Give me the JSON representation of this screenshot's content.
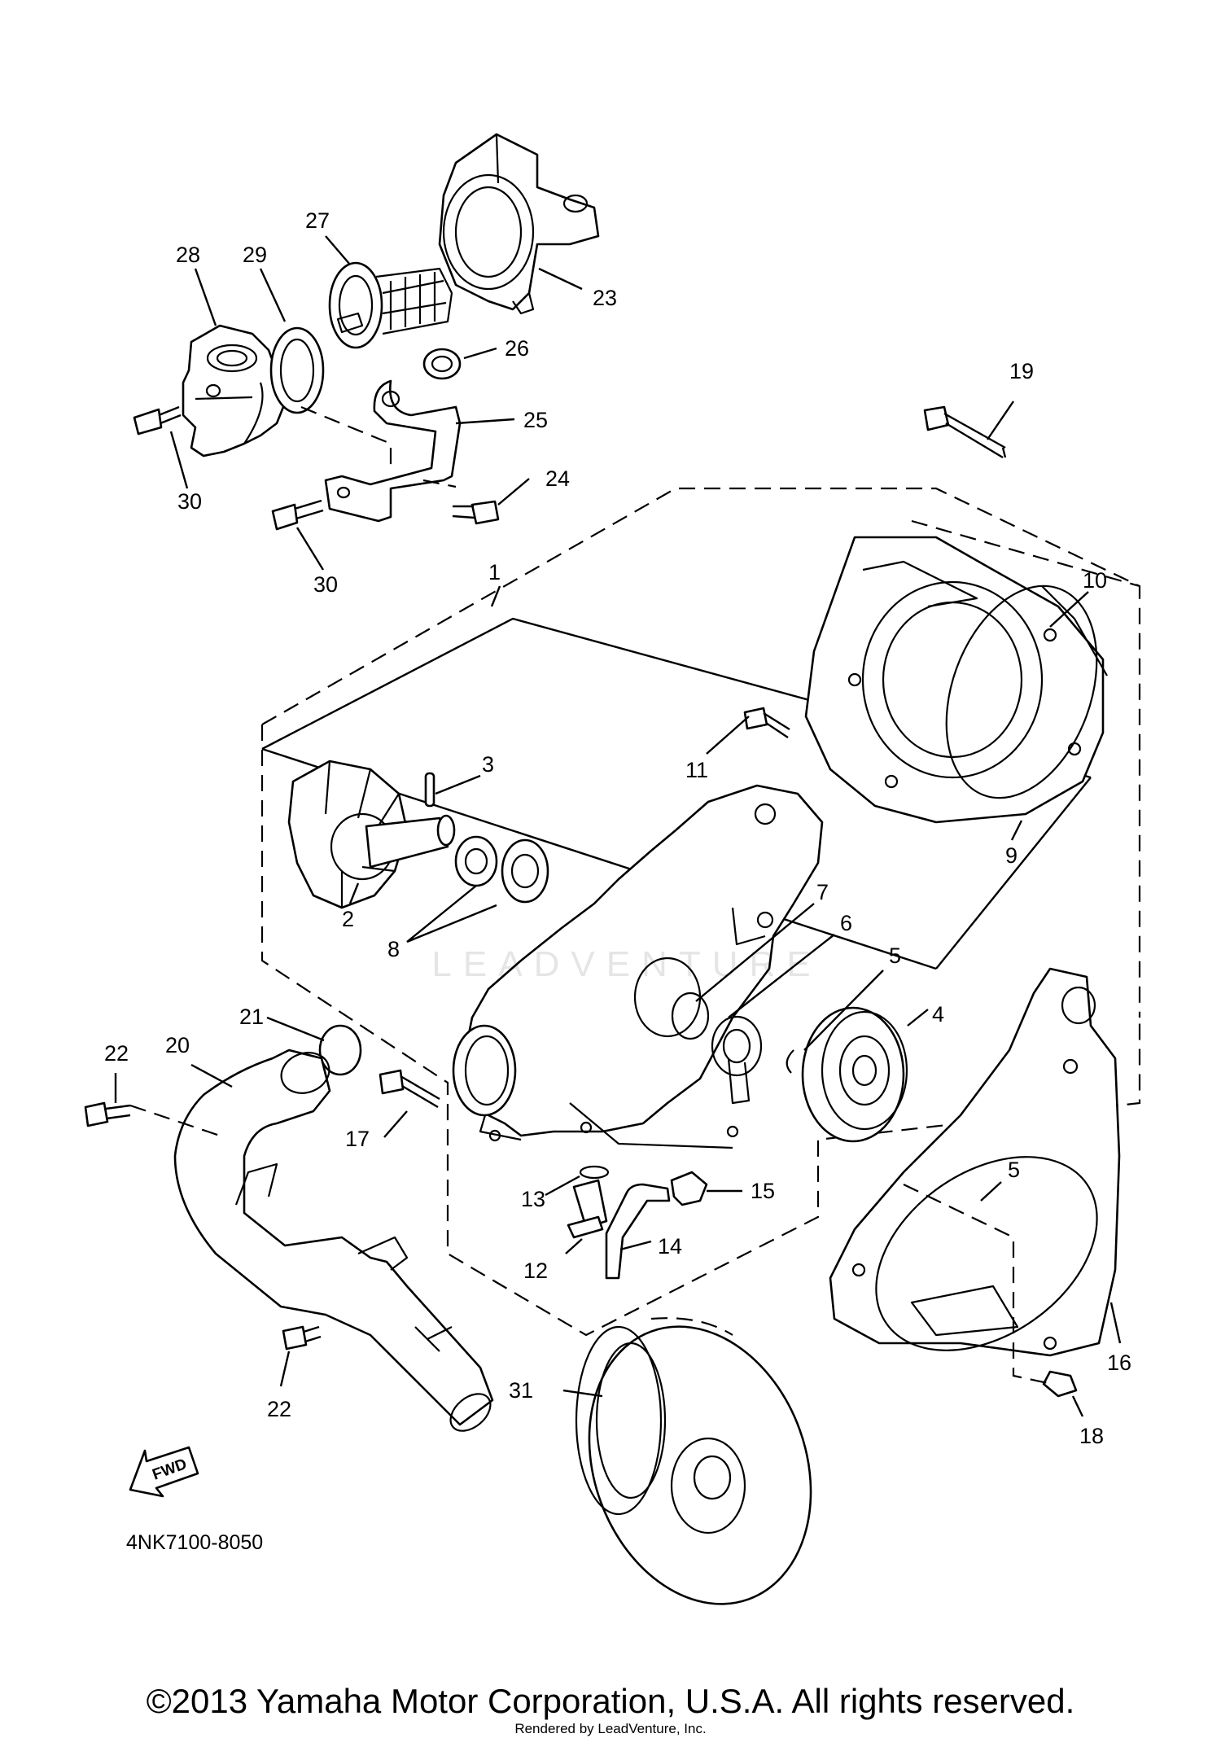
{
  "diagram": {
    "callouts": [
      "1",
      "2",
      "3",
      "4",
      "5",
      "6",
      "7",
      "8",
      "9",
      "10",
      "11",
      "12",
      "13",
      "14",
      "15",
      "16",
      "17",
      "18",
      "19",
      "20",
      "21",
      "22",
      "23",
      "24",
      "25",
      "26",
      "27",
      "28",
      "29",
      "30",
      "31"
    ],
    "callout_labels": {
      "c1": "1",
      "c2": "2",
      "c3": "3",
      "c4": "4",
      "c5a": "5",
      "c5b": "5",
      "c6": "6",
      "c7": "7",
      "c8": "8",
      "c9": "9",
      "c10": "10",
      "c11": "11",
      "c12": "12",
      "c13": "13",
      "c14": "14",
      "c15": "15",
      "c16": "16",
      "c17": "17",
      "c18": "18",
      "c19": "19",
      "c20": "20",
      "c21": "21",
      "c22a": "22",
      "c22b": "22",
      "c23": "23",
      "c24": "24",
      "c25": "25",
      "c26": "26",
      "c27": "27",
      "c28": "28",
      "c29": "29",
      "c30a": "30",
      "c30b": "30",
      "c31": "31"
    },
    "fwd_label": "FWD",
    "drawing_code": "4NK7100-8050",
    "watermark_text": "LEADVENTURE"
  },
  "footer": {
    "copyright": "©2013 Yamaha Motor Corporation, U.S.A. All rights reserved.",
    "rendered_by": "Rendered by LeadVenture, Inc."
  }
}
